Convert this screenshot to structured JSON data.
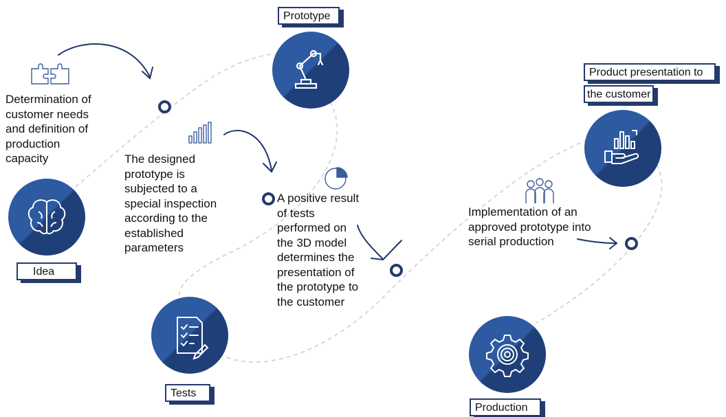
{
  "nodes": {
    "idea": "Idea",
    "prototype": "Prototype",
    "tests": "Tests",
    "product_presentation_line1": "Product presentation to",
    "product_presentation_line2": "the customer",
    "production": "Production"
  },
  "descriptions": {
    "customer_needs": [
      "Determination of",
      "customer needs",
      "and definition of",
      "production",
      "capacity"
    ],
    "inspection": [
      "The designed",
      "prototype is",
      "subjected to a",
      "special inspection",
      "according to the",
      "established",
      "parameters"
    ],
    "positive_result": [
      "A positive result",
      "of tests",
      "performed on",
      "the 3D model",
      "determines the",
      "presentation of",
      "the prototype to",
      "the customer"
    ],
    "implementation": [
      "Implementation of an",
      "approved prototype into",
      "serial production"
    ]
  },
  "colors": {
    "node_light": "#2d5aa0",
    "node_dark": "#1f3f78",
    "tag_border": "#233a6b",
    "path_dash": "#cfcfcf",
    "arrow": "#1d3668"
  }
}
